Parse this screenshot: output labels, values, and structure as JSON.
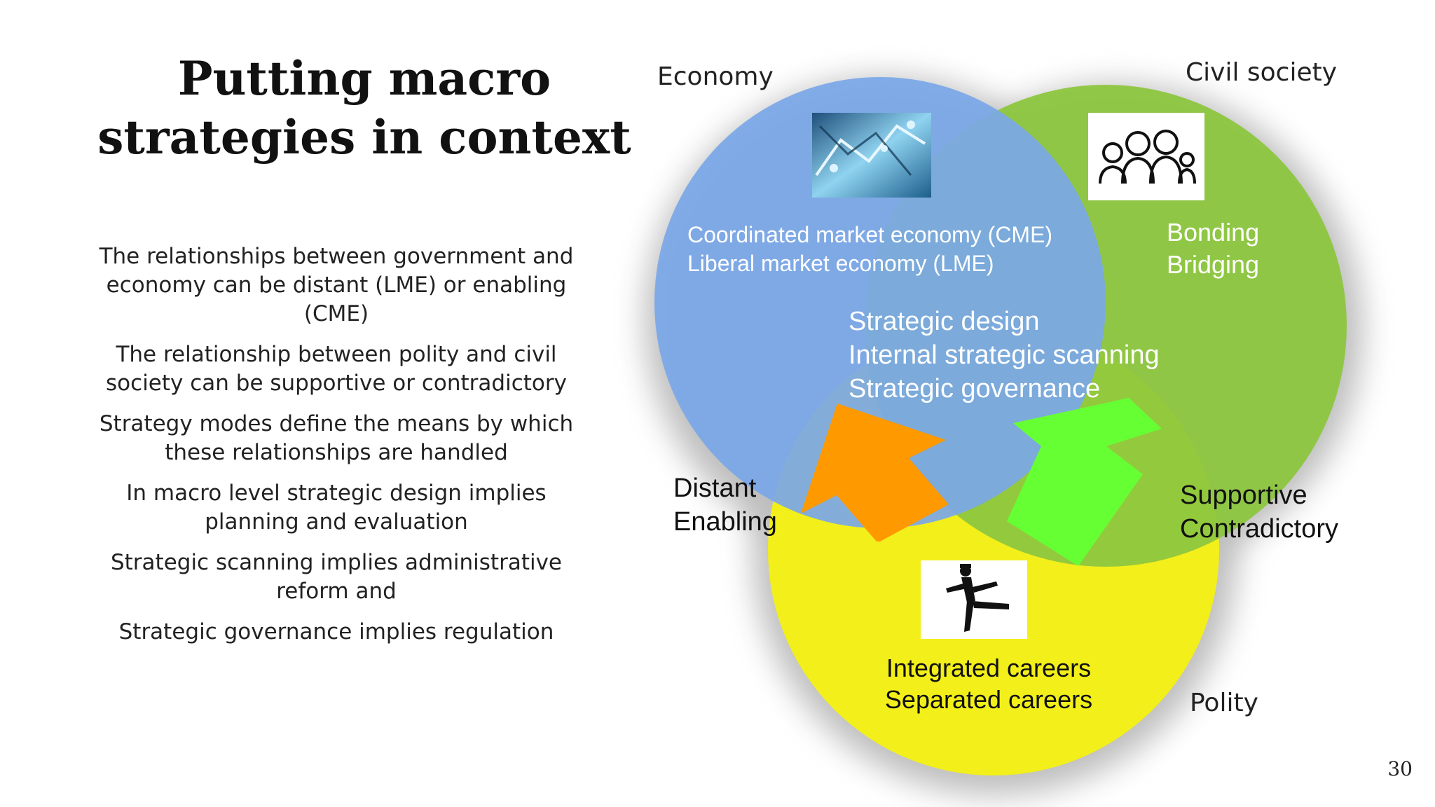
{
  "slide": {
    "title_line1": "Putting macro",
    "title_line2": "strategies in context",
    "bullets": [
      "The relationships between government and economy can be distant (LME) or enabling (CME)",
      "The relationship between polity and civil society can be supportive or contradictory",
      "Strategy modes define the means by which these relationships are handled",
      "In macro level strategic design implies planning and evaluation",
      "Strategic scanning implies administrative reform and",
      "Strategic governance implies regulation"
    ],
    "page_number": "30"
  },
  "diagram": {
    "economy": {
      "label": "Economy",
      "line1": "Coordinated market economy (CME)",
      "line2": "Liberal market economy (LME)",
      "color": "#7aa7e8",
      "icon": "economy-image"
    },
    "civil_society": {
      "label": "Civil society",
      "line1": "Bonding",
      "line2": "Bridging",
      "color": "#8dc63f",
      "icon": "people-group-icon"
    },
    "polity": {
      "label": "Polity",
      "line1": "Integrated careers",
      "line2": "Separated careers",
      "color": "#f2ef1b",
      "icon": "silly-walk-silhouette-icon"
    },
    "center": {
      "line1": "Strategic design",
      "line2": "Internal strategic scanning",
      "line3": "Strategic governance"
    },
    "left_arrow": {
      "line1": "Distant",
      "line2": "Enabling",
      "color": "#ff9900"
    },
    "right_arrow": {
      "line1": "Supportive",
      "line2": "Contradictory",
      "color": "#66ff33"
    }
  }
}
